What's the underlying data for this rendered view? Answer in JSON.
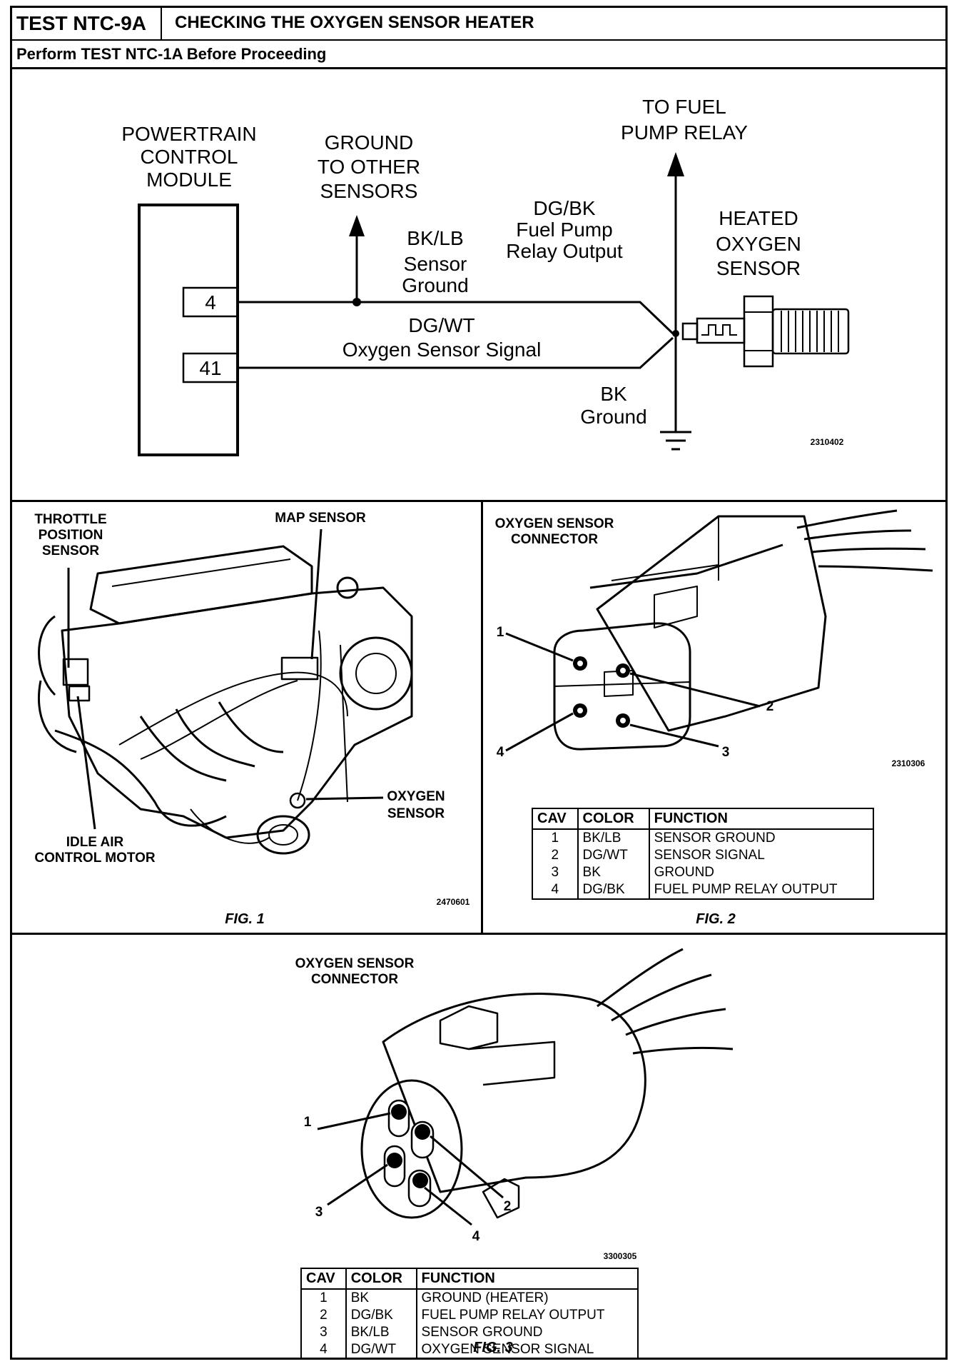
{
  "header": {
    "test_id": "TEST NTC-9A",
    "title": "CHECKING THE OXYGEN SENSOR HEATER",
    "subtitle": "Perform TEST NTC-1A Before Proceeding"
  },
  "schematic": {
    "pcm_label": [
      "POWERTRAIN",
      "CONTROL",
      "MODULE"
    ],
    "pins": [
      "4",
      "41"
    ],
    "ground_label": [
      "GROUND",
      "TO OTHER",
      "SENSORS"
    ],
    "bklb_label": [
      "BK/LB",
      "Sensor",
      "Ground"
    ],
    "dgwt_label": [
      "DG/WT",
      "Oxygen Sensor Signal"
    ],
    "dgbk_label": [
      "DG/BK",
      "Fuel Pump",
      "Relay Output"
    ],
    "fuel_pump_label": [
      "TO FUEL",
      "PUMP RELAY"
    ],
    "sensor_label": [
      "HEATED",
      "OXYGEN",
      "SENSOR"
    ],
    "bk_label": [
      "BK",
      "Ground"
    ],
    "code": "2310402"
  },
  "fig1": {
    "tps_label": [
      "THROTTLE",
      "POSITION",
      "SENSOR"
    ],
    "map_label": "MAP SENSOR",
    "iac_label": [
      "IDLE AIR",
      "CONTROL MOTOR"
    ],
    "o2_label": [
      "OXYGEN",
      "SENSOR"
    ],
    "code": "2470601",
    "caption": "FIG. 1"
  },
  "fig2": {
    "title": [
      "OXYGEN SENSOR",
      "CONNECTOR"
    ],
    "callouts": [
      "1",
      "2",
      "3",
      "4"
    ],
    "code": "2310306",
    "caption": "FIG. 2",
    "table": {
      "headers": [
        "CAV",
        "COLOR",
        "FUNCTION"
      ],
      "rows": [
        [
          "1",
          "BK/LB",
          "SENSOR GROUND"
        ],
        [
          "2",
          "DG/WT",
          "SENSOR SIGNAL"
        ],
        [
          "3",
          "BK",
          "GROUND"
        ],
        [
          "4",
          "DG/BK",
          "FUEL PUMP RELAY OUTPUT"
        ]
      ]
    }
  },
  "fig3": {
    "title": [
      "OXYGEN SENSOR",
      "CONNECTOR"
    ],
    "callouts": [
      "1",
      "2",
      "3",
      "4"
    ],
    "code": "3300305",
    "caption": "FIG. 3",
    "table": {
      "headers": [
        "CAV",
        "COLOR",
        "FUNCTION"
      ],
      "rows": [
        [
          "1",
          "BK",
          "GROUND (HEATER)"
        ],
        [
          "2",
          "DG/BK",
          "FUEL PUMP RELAY OUTPUT"
        ],
        [
          "3",
          "BK/LB",
          "SENSOR GROUND"
        ],
        [
          "4",
          "DG/WT",
          "OXYGEN SENSOR SIGNAL"
        ]
      ]
    }
  }
}
